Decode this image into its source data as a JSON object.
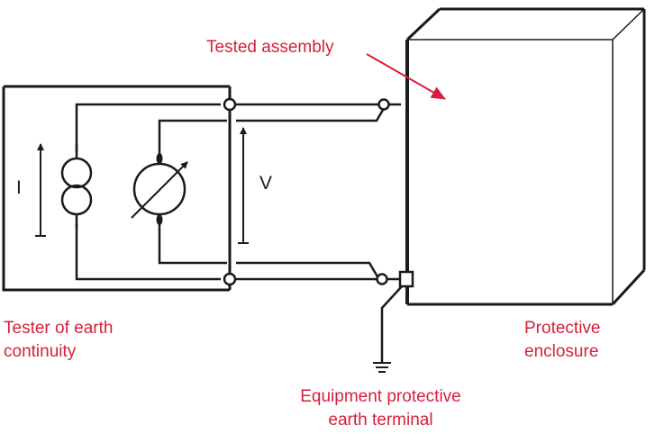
{
  "labels": {
    "tested_assembly": "Tested assembly",
    "tester_line1": "Tester of earth",
    "tester_line2": "continuity",
    "enclosure_line1": "Protective",
    "enclosure_line2": "enclosure",
    "terminal_line1": "Equipment protective",
    "terminal_line2": "earth terminal",
    "current_symbol": "I",
    "voltage_symbol": "V"
  },
  "colors": {
    "label_red": "#d51f3c",
    "line_black": "#1a1a1a",
    "background": "#ffffff"
  }
}
